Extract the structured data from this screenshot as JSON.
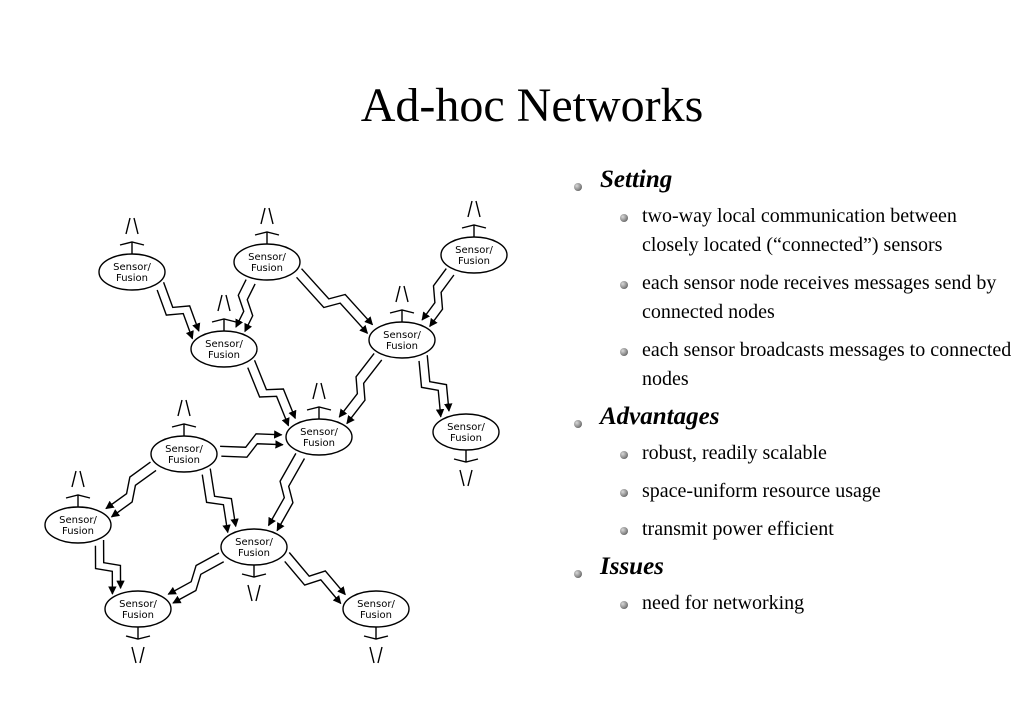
{
  "slide": {
    "title": "Ad-hoc Networks"
  },
  "diagram": {
    "node_label_line1": "Sensor/",
    "node_label_line2": "Fusion"
  },
  "sections": [
    {
      "heading": "Setting",
      "items": [
        "two-way local communication between closely located (“connected”) sensors",
        "each sensor node receives messages send by connected nodes",
        "each sensor broadcasts messages to connected nodes"
      ]
    },
    {
      "heading": "Advantages",
      "items": [
        "robust, readily scalable",
        "space-uniform resource usage",
        "transmit power efficient"
      ]
    },
    {
      "heading": "Issues",
      "items": [
        " need for networking"
      ]
    }
  ]
}
